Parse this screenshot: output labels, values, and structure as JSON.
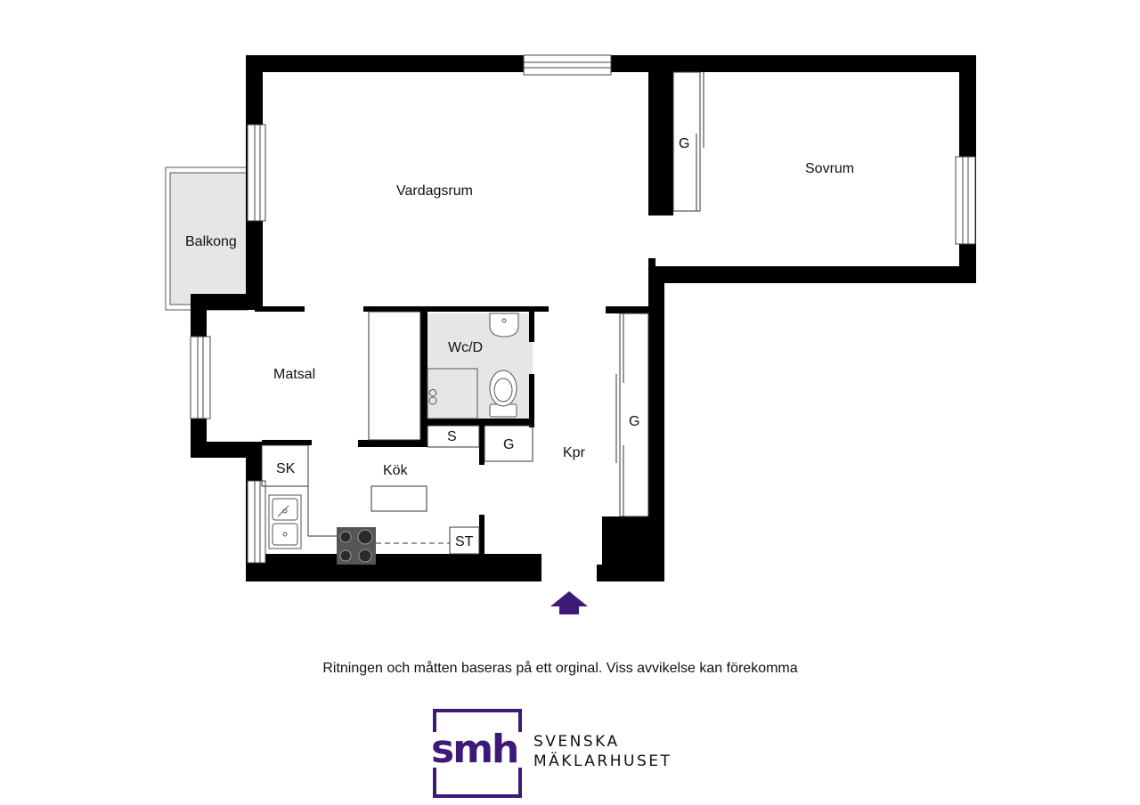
{
  "rooms": {
    "vardagsrum": "Vardagsrum",
    "sovrum": "Sovrum",
    "balkong": "Balkong",
    "matsal": "Matsal",
    "wc": "Wc/D",
    "kok": "Kök",
    "kpr": "Kpr"
  },
  "closets": {
    "g_bedroom": "G",
    "g_hall": "G",
    "g_small": "G",
    "s": "S",
    "sk": "SK",
    "st": "ST"
  },
  "disclaimer": "Ritningen och måtten baseras på ett orginal. Viss avvikelse kan förekomma",
  "logo": {
    "mark": "smh",
    "line1": "SVENSKA",
    "line2": "MÄKLARHUSET"
  },
  "colors": {
    "wall": "#000000",
    "wet_room": "#e6e6e6",
    "balcony": "#e6e6e6",
    "entrance_arrow": "#3d1a78",
    "brand": "#3d1a78"
  },
  "icons": {
    "entrance": "entrance-arrow-icon",
    "stove": "stove-icon",
    "sink": "kitchen-sink-icon",
    "toilet": "toilet-icon",
    "basin": "wash-basin-icon"
  }
}
